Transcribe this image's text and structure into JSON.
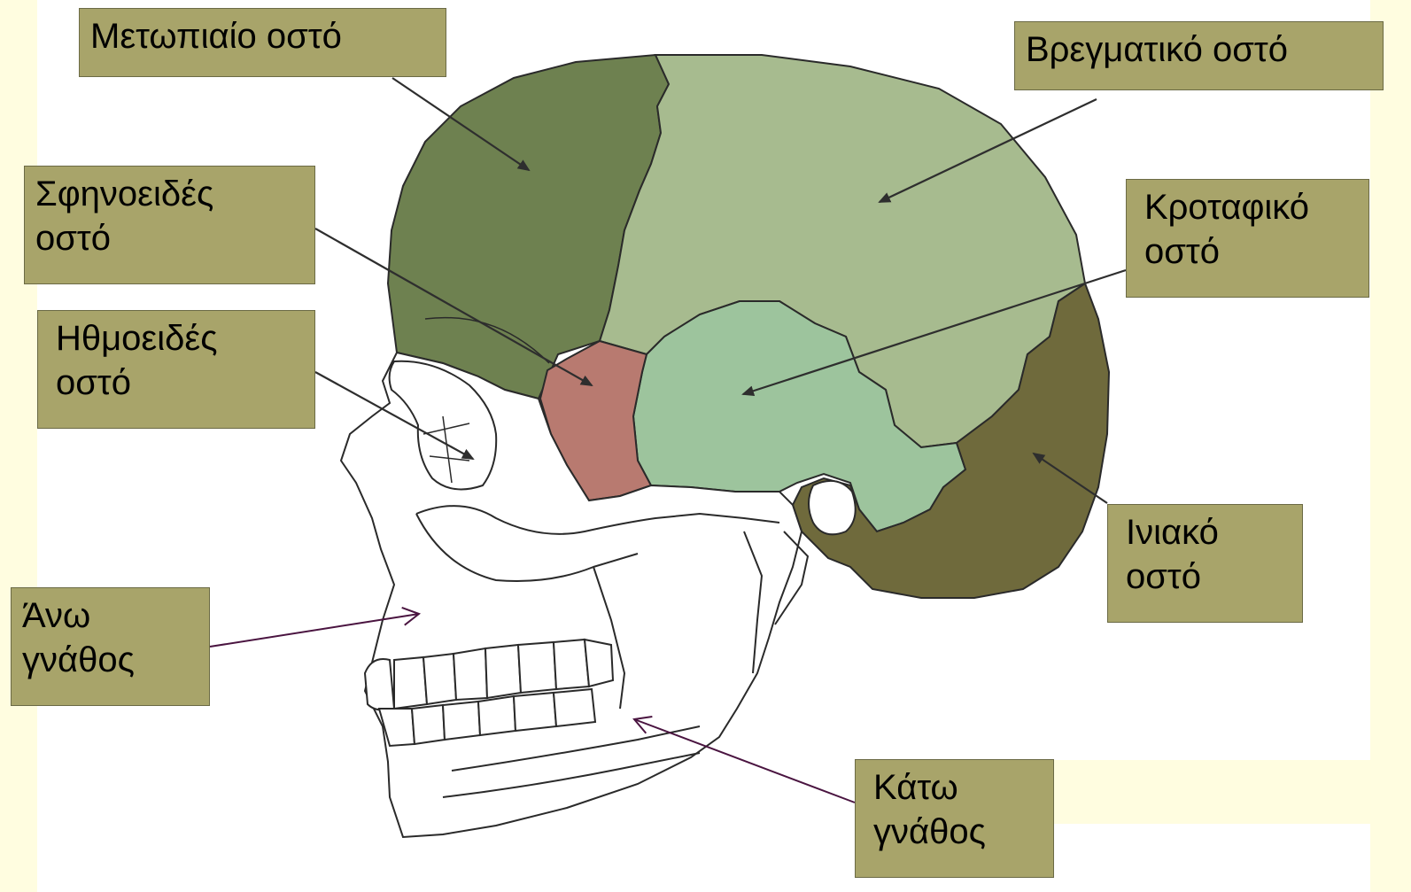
{
  "labels": {
    "frontal": "Μετωπιαίο οστό",
    "parietal": "Βρεγματικό οστό",
    "sphenoid": "Σφηνοειδές\n οστό",
    "temporal": "Κροταφικό\nοστό",
    "ethmoid": "Ηθμοειδές\n οστό",
    "occipital": "Ινιακό\nοστό",
    "maxilla": "Άνω\nγνάθος",
    "mandible": "Κάτω\nγνάθος"
  },
  "colors": {
    "frontal": "#6e8150",
    "parietal": "#a7bb8f",
    "temporal": "#9dc49d",
    "sphenoid": "#b87a70",
    "ethmoid": "#c6c39a",
    "occipital": "#6f6a3c",
    "label_background": "#a8a46a",
    "page_background": "#fffde0",
    "dark_arrow": "#3a3a3a",
    "jaw_arrow": "#4a1440"
  }
}
